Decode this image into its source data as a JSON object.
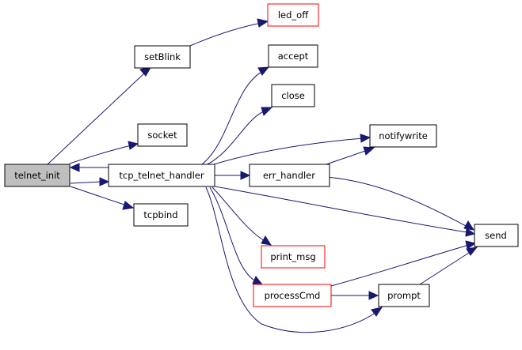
{
  "colors": {
    "edge": "#191970",
    "node_border": "#000000",
    "undocumented_border": "#ff0000",
    "current_fill": "#bfbfbf",
    "background": "#ffffff"
  },
  "nodes": {
    "telnet_init": "telnet_init",
    "tcp_telnet_handler": "tcp_telnet_handler",
    "setBlink": "setBlink",
    "led_off": "led_off",
    "socket": "socket",
    "tcpbind": "tcpbind",
    "accept": "accept",
    "close": "close",
    "notifywrite": "notifywrite",
    "err_handler": "err_handler",
    "send": "send",
    "print_msg": "print_msg",
    "processCmd": "processCmd",
    "prompt": "prompt"
  }
}
